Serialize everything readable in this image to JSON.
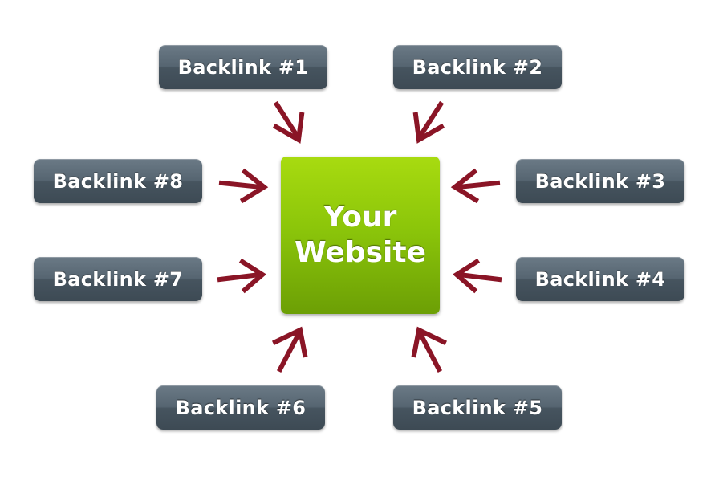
{
  "center": {
    "line1": "Your",
    "line2": "Website",
    "color_top": "#a8db10",
    "color_bottom": "#6c9f05"
  },
  "backlinks": [
    {
      "label": "Backlink #1"
    },
    {
      "label": "Backlink #2"
    },
    {
      "label": "Backlink #3"
    },
    {
      "label": "Backlink #4"
    },
    {
      "label": "Backlink #5"
    },
    {
      "label": "Backlink #6"
    },
    {
      "label": "Backlink #7"
    },
    {
      "label": "Backlink #8"
    }
  ],
  "colors": {
    "arrow": "#8a1526",
    "box": "#566571"
  }
}
